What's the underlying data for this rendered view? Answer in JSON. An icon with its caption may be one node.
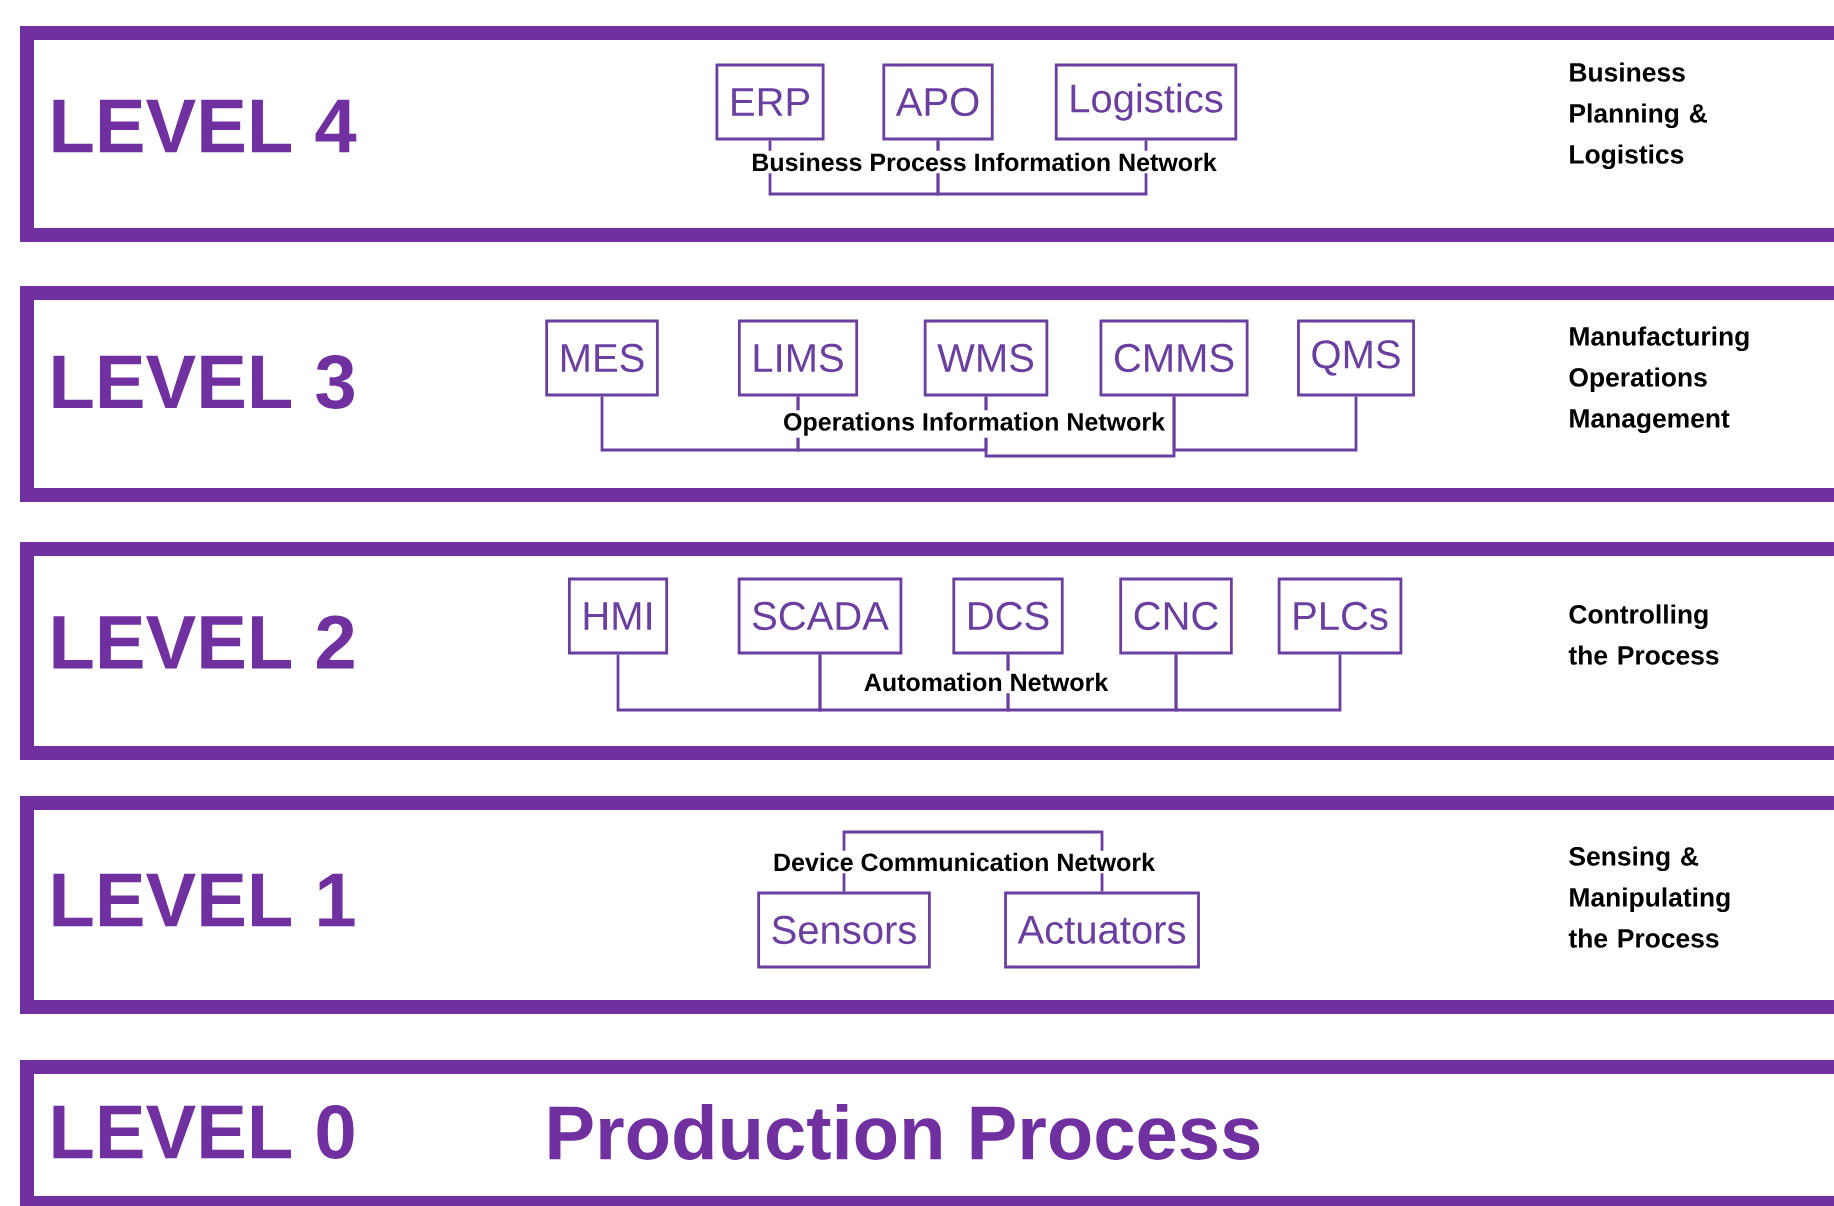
{
  "diagram": {
    "nodes": [
      {
        "text": [
          "LEVEL 4",
          "Business Process Information Network",
          "Business Planning & Logistics"
        ]
      },
      {
        "text": [
          "ERP"
        ],
        "in": 0
      },
      {
        "text": [
          "APO"
        ],
        "in": 0
      },
      {
        "text": [
          "Logistics"
        ],
        "in": 0
      },
      {
        "text": [
          "LEVEL 3",
          "Operations Information Network",
          "Manufacturing Operations Management"
        ]
      },
      {
        "text": [
          "MES"
        ],
        "in": 4
      },
      {
        "text": [
          "LIMS"
        ],
        "in": 4
      },
      {
        "text": [
          "WMS"
        ],
        "in": 4
      },
      {
        "text": [
          "CMMS"
        ],
        "in": 4
      },
      {
        "text": [
          "QMS"
        ],
        "in": 4
      },
      {
        "text": [
          "LEVEL 2",
          "Automation Network",
          "Controlling the Process"
        ]
      },
      {
        "text": [
          "HMI"
        ],
        "in": 10
      },
      {
        "text": [
          "SCADA"
        ],
        "in": 10
      },
      {
        "text": [
          "DCS"
        ],
        "in": 10
      },
      {
        "text": [
          "CNC"
        ],
        "in": 10
      },
      {
        "text": [
          "PLCs"
        ],
        "in": 10
      },
      {
        "text": [
          "LEVEL 1",
          "Device Communication Network",
          "Sensing & Manipulating the Process"
        ]
      },
      {
        "text": [
          "Sensors"
        ],
        "in": 16
      },
      {
        "text": [
          "Actuators"
        ],
        "in": 16
      },
      {
        "text": [
          "LEVEL 0",
          "Production Process"
        ]
      }
    ],
    "edges": [
      {
        "from": 1,
        "to": 2,
        "arrow": "none"
      },
      {
        "from": 2,
        "to": 3,
        "arrow": "none"
      },
      {
        "from": 5,
        "to": 6,
        "arrow": "none"
      },
      {
        "from": 6,
        "to": 7,
        "arrow": "none"
      },
      {
        "from": 7,
        "to": 8,
        "arrow": "none"
      },
      {
        "from": 8,
        "to": 9,
        "arrow": "none"
      },
      {
        "from": 11,
        "to": 12,
        "arrow": "none"
      },
      {
        "from": 12,
        "to": 13,
        "arrow": "none"
      },
      {
        "from": 13,
        "to": 14,
        "arrow": "none"
      },
      {
        "from": 14,
        "to": 15,
        "arrow": "none"
      },
      {
        "from": 17,
        "to": 18,
        "arrow": "none"
      }
    ]
  }
}
